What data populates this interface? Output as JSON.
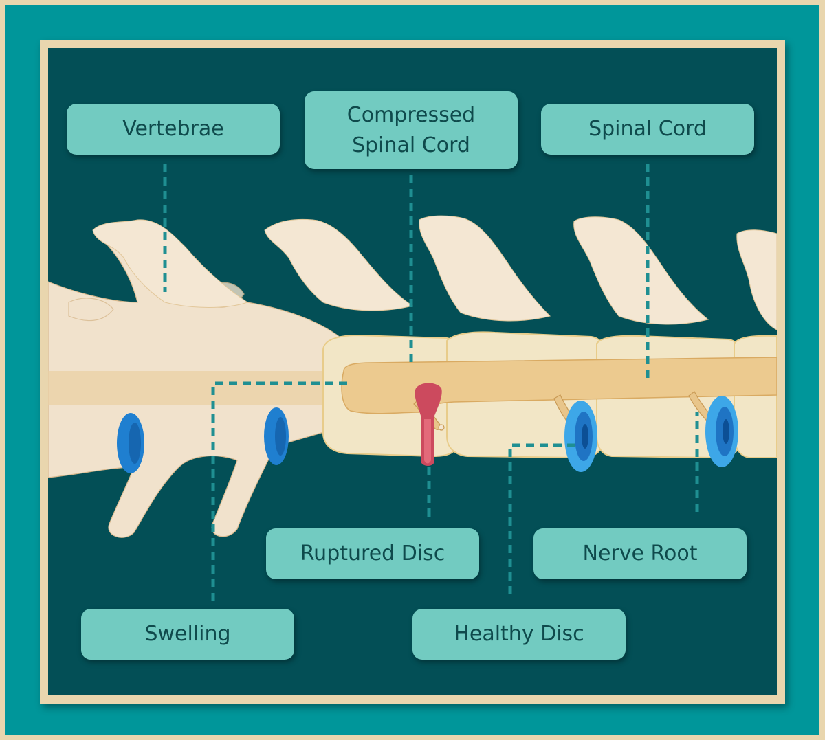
{
  "labels": {
    "vertebrae": "Vertebrae",
    "compressed_spinal_cord_line1": "Compressed",
    "compressed_spinal_cord_line2": "Spinal Cord",
    "spinal_cord": "Spinal Cord",
    "ruptured_disc": "Ruptured Disc",
    "nerve_root": "Nerve Root",
    "swelling": "Swelling",
    "healthy_disc": "Healthy Disc"
  },
  "colors": {
    "frame_teal": "#00969a",
    "border_beige": "#e9d6ae",
    "background_dark_teal": "#034f56",
    "label_fill": "#72cbc1",
    "bone": "#f4e7d3",
    "spinal_cord": "#ecca8f",
    "ruptured_disc": "#cc4a5e",
    "healthy_disc": "#2b8fd6",
    "leader_line": "#1f8f92"
  }
}
